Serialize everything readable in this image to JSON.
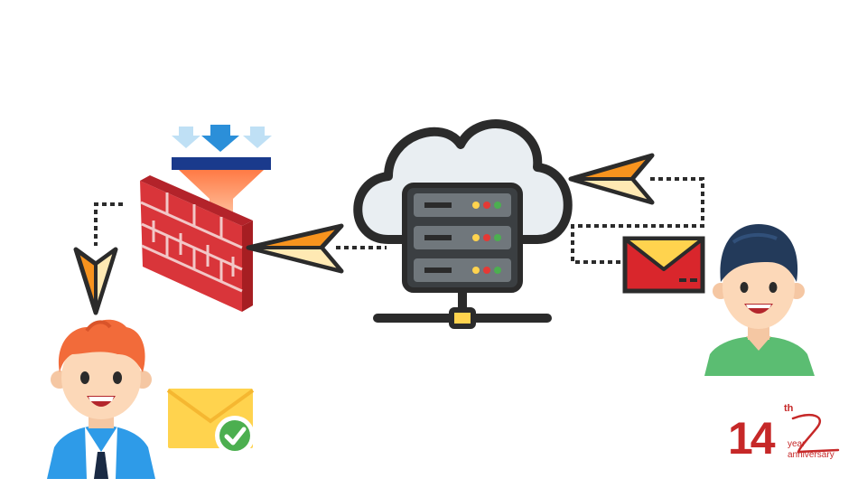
{
  "badge": {
    "number": "14",
    "suffix": "th",
    "line1": "year",
    "line2": "anniversary",
    "color": "#c62828"
  },
  "colors": {
    "outline": "#2b2b2b",
    "arrow_fill": "#f7931e",
    "arrow_light": "#ffe9b3",
    "envelope_red": "#d9262c",
    "envelope_yellow": "#ffd34e",
    "check_green": "#4caf50",
    "firewall_red": "#d9353a",
    "funnel_blue": "#1a3a8c",
    "down_arrow_blue": "#2b8fd9",
    "cloud_gray": "#e9eef2",
    "server_gray": "#3b3f42"
  },
  "icons": {
    "server": "cloud-server-icon",
    "firewall": "firewall-funnel-icon",
    "sender": "sender-avatar",
    "recipient": "recipient-avatar",
    "red_mail": "red-envelope-icon",
    "delivered_mail": "delivered-envelope-icon",
    "check": "check-badge-icon"
  }
}
